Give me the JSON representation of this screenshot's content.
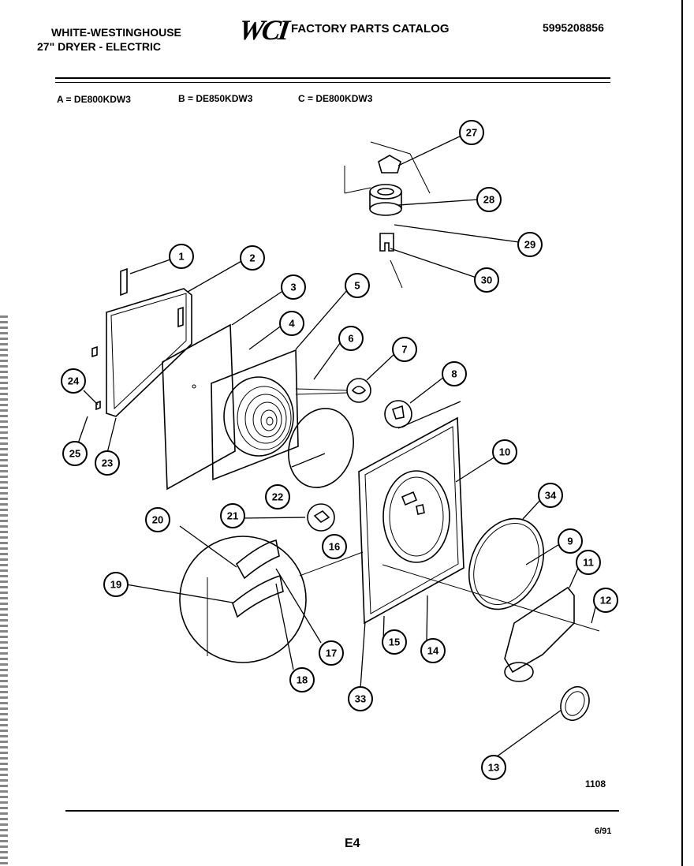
{
  "header": {
    "brand_line1": "WHITE-WESTINGHOUSE",
    "brand_line2": "27\" DRYER - ELECTRIC",
    "logo_text": "WCI",
    "catalog_title": "FACTORY PARTS CATALOG",
    "catalog_number": "5995208856"
  },
  "models": {
    "a": "A = DE800KDW3",
    "b": "B = DE850KDW3",
    "c": "C = DE800KDW3"
  },
  "callouts": [
    "1",
    "2",
    "3",
    "4",
    "5",
    "6",
    "7",
    "8",
    "9",
    "10",
    "11",
    "12",
    "13",
    "14",
    "15",
    "16",
    "17",
    "18",
    "19",
    "20",
    "21",
    "22",
    "23",
    "24",
    "25",
    "27",
    "28",
    "29",
    "30",
    "33",
    "34"
  ],
  "footer": {
    "diagram_id": "1108",
    "page_code": "E4",
    "date_code": "6/91"
  }
}
